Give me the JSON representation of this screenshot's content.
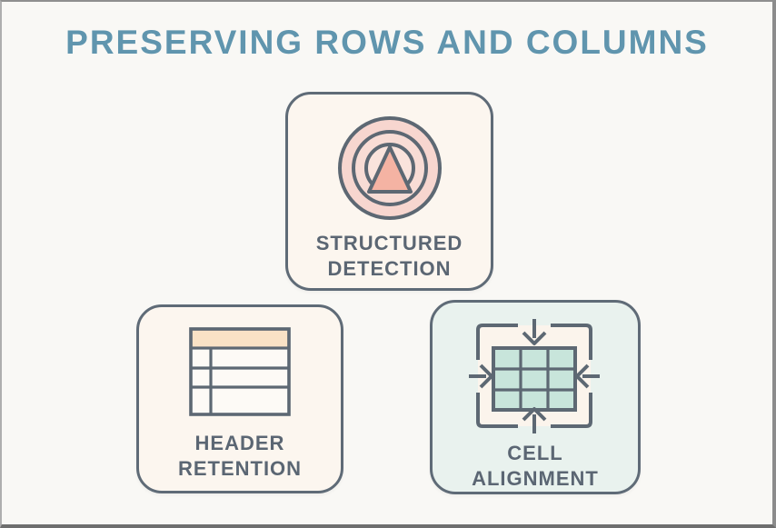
{
  "title": "PRESERVING ROWS AND COLUMNS",
  "cards": [
    {
      "id": "structured-detection",
      "label_line1": "STRUCTURED",
      "label_line2": "DETECTION",
      "icon": "target-scan-icon",
      "icon_desc": "concentric-circles-with-triangle",
      "bg": "#fcf6ef"
    },
    {
      "id": "header-retention",
      "label_line1": "HEADER",
      "label_line2": "RETENTION",
      "icon": "table-header-icon",
      "icon_desc": "table-with-highlighted-header-row",
      "bg": "#fcf6ef"
    },
    {
      "id": "cell-alignment",
      "label_line1": "CELL",
      "label_line2": "ALIGNMENT",
      "icon": "grid-arrows-icon",
      "icon_desc": "3x3-grid-with-inward-arrows-and-corner-brackets",
      "bg": "#e9f2ee"
    }
  ],
  "colors": {
    "canvas_bg": "#f9f8f5",
    "title": "#6095ae",
    "card_border": "#5f6b77",
    "label": "#5b6673",
    "line": "#5d6873",
    "cream_card": "#fcf6ef",
    "mint_card": "#e9f2ee",
    "pink": "#f7d6cf",
    "pink_mid": "#f8dcd5",
    "pink_inner": "#fae3dc",
    "triangle": "#f4b3a3",
    "peach": "#f9e2c6",
    "row_fill": "#fdfaf6",
    "teal_cell": "#c8e5db",
    "frame_inner": "#fbf4ec"
  }
}
